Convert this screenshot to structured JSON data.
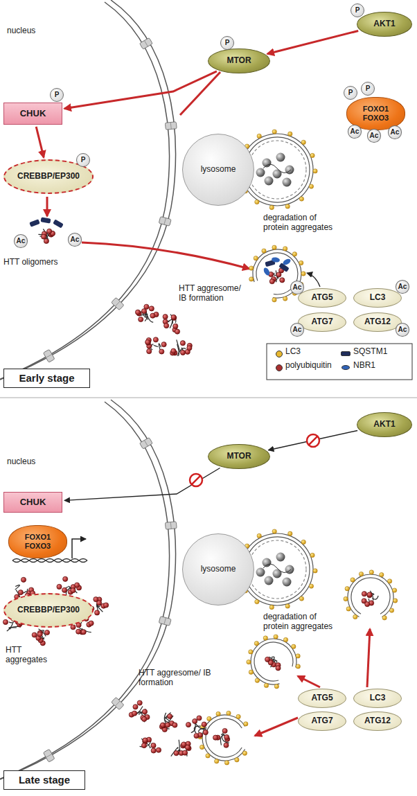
{
  "diagram": {
    "nodes": [
      {
        "text": [
          "AKT1"
        ]
      },
      {
        "text": [
          "P"
        ]
      },
      {
        "text": [
          "MTOR"
        ]
      },
      {
        "text": [
          "P"
        ]
      },
      {
        "text": [
          "CHUK"
        ]
      },
      {
        "text": [
          "P"
        ]
      },
      {
        "text": [
          "lysosome"
        ]
      },
      {
        "text": [
          "FOXO1 FOXO3"
        ]
      },
      {
        "text": [
          "P"
        ]
      },
      {
        "text": [
          "P"
        ]
      },
      {
        "text": [
          "Ac"
        ]
      },
      {
        "text": [
          "Ac"
        ]
      },
      {
        "text": [
          "Ac"
        ]
      },
      {
        "text": [
          "CREBBP/EP300"
        ]
      },
      {
        "text": [
          "P"
        ]
      },
      {
        "text": [
          "Ac"
        ]
      },
      {
        "text": [
          "Ac"
        ]
      },
      {
        "text": [
          "ATG5"
        ]
      },
      {
        "text": [
          "Ac"
        ]
      },
      {
        "text": [
          "LC3"
        ]
      },
      {
        "text": [
          "Ac"
        ]
      },
      {
        "text": [
          "ATG7"
        ]
      },
      {
        "text": [
          "Ac"
        ]
      },
      {
        "text": [
          "ATG12"
        ]
      },
      {
        "text": [
          "Ac"
        ]
      },
      {
        "text": [
          "Early stage"
        ]
      },
      {
        "text": [
          "AKT1"
        ]
      },
      {
        "text": [
          "MTOR"
        ]
      },
      {
        "text": [
          "CHUK"
        ]
      },
      {
        "text": [
          "lysosome"
        ]
      },
      {
        "text": [
          "FOXO1 FOXO3"
        ]
      },
      {
        "text": [
          "CREBBP/EP300"
        ]
      },
      {
        "text": [
          "ATG5"
        ]
      },
      {
        "text": [
          "LC3"
        ]
      },
      {
        "text": [
          "ATG7"
        ]
      },
      {
        "text": [
          "ATG12"
        ]
      },
      {
        "text": [
          "Late stage"
        ]
      }
    ],
    "edges": [
      {
        "from": 0,
        "to": 2,
        "arrow": "to"
      },
      {
        "from": 2,
        "to": 4,
        "arrow": "to"
      },
      {
        "from": 4,
        "to": 13,
        "arrow": "to"
      },
      {
        "from": 26,
        "to": 27,
        "arrow": "to"
      },
      {
        "from": 27,
        "to": 28,
        "arrow": "to"
      }
    ],
    "labels": [
      "nucleus",
      "degradation of protein aggregates",
      "HTT oligomers",
      "HTT aggresome/ IB formation",
      "nucleus",
      "degradation of protein aggregates",
      "HTT aggregates",
      "HTT aggresome/ IB formation"
    ],
    "legend": [
      {
        "text": "LC3",
        "color": "#e8b830"
      },
      {
        "text": "SQSTM1",
        "color": "#1f2d5a"
      },
      {
        "text": "polyubiquitin",
        "color": "#a83030"
      },
      {
        "text": "NBR1",
        "color": "#2f63b8"
      }
    ]
  }
}
